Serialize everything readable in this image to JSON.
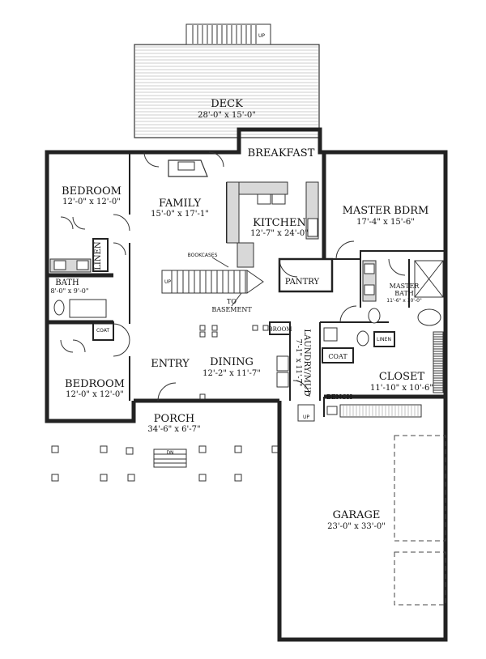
{
  "rooms": {
    "deck": {
      "name": "DECK",
      "dims": "28'-0\" x 15'-0\""
    },
    "breakfast": {
      "name": "BREAKFAST"
    },
    "bedroom_top": {
      "name": "BEDROOM",
      "dims": "12'-0\" x 12'-0\""
    },
    "family": {
      "name": "FAMILY",
      "dims": "15'-0\" x 17'-1\""
    },
    "kitchen": {
      "name": "KITCHEN",
      "dims": "12'-7\" x 24'-0\""
    },
    "master_bdrm": {
      "name": "MASTER BDRM",
      "dims": "17'-4\" x 15'-6\""
    },
    "linen_left": {
      "name": "LINEN"
    },
    "bath": {
      "name": "BATH",
      "dims": "8'-0\" x 9'-0\""
    },
    "pantry": {
      "name": "PANTRY"
    },
    "master_bath": {
      "name1": "MASTER",
      "name2": "BATH",
      "dims": "11'-6\" x 10'-0\""
    },
    "coat_left": {
      "name": "COAT"
    },
    "broom": {
      "name": "BROOM"
    },
    "laundry": {
      "name": "LAUNDRY/MUD",
      "dims": "7'-1\" x 11'-7\""
    },
    "linen_right": {
      "name": "LINEN"
    },
    "coat_right": {
      "name": "COAT"
    },
    "entry": {
      "name": "ENTRY"
    },
    "dining": {
      "name": "DINING",
      "dims": "12'-2\" x 11'-7\""
    },
    "closet": {
      "name": "CLOSET",
      "dims": "11'-10\" x 10'-6\""
    },
    "bedroom_bottom": {
      "name": "BEDROOM",
      "dims": "12'-0\" x 12'-0\""
    },
    "bench": {
      "name": "BENCH"
    },
    "porch": {
      "name": "PORCH",
      "dims": "34'-6\" x 6'-7\""
    },
    "garage": {
      "name": "GARAGE",
      "dims": "23'-0\" x 33'-0\""
    }
  },
  "annotations": {
    "bookcases": "BOOKCASES",
    "to_basement_1": "TO",
    "to_basement_2": "BASEMENT",
    "stair_up": "UP",
    "deck_stair_up": "UP",
    "laundry_stair_up": "UP",
    "porch_stair_dn": "DN"
  }
}
